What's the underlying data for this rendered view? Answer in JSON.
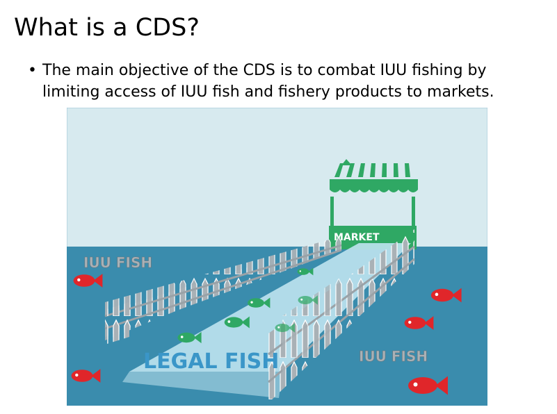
{
  "slide": {
    "title": "What is a CDS?",
    "bullet_symbol": "•",
    "bullet_text": "The main objective of the CDS is to combat IUU fishing by limiting access of IUU fish and fishery products to markets."
  },
  "illustration": {
    "market_label": "MARKET",
    "legal_label": "LEGAL FISH",
    "iuu_label_left": "IUU FISH",
    "iuu_label_right": "IUU FISH",
    "colors": {
      "sky": "#d7eaef",
      "sea": "#3a8cad",
      "path": "#bfe3ef",
      "fence": "#a9b1b6",
      "legal_fish": "#2fa864",
      "iuu_fish": "#e0262a",
      "market": "#2fa864"
    }
  }
}
